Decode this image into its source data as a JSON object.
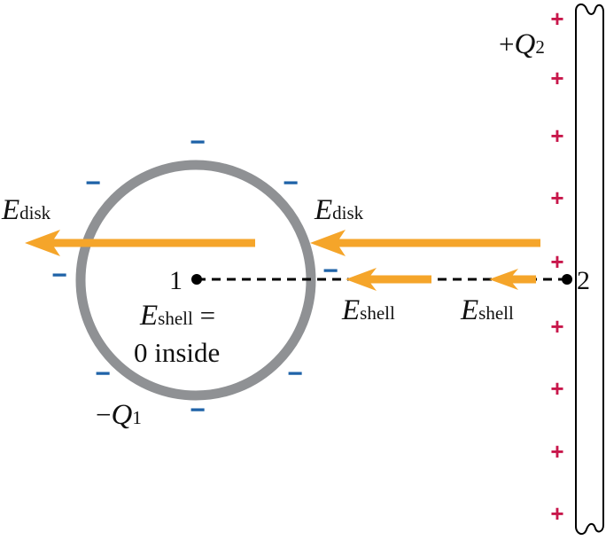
{
  "labels": {
    "e_disk_left": {
      "var": "E",
      "sub": "disk"
    },
    "e_disk_right": {
      "var": "E",
      "sub": "disk"
    },
    "e_shell_mid": {
      "var": "E",
      "sub": "shell"
    },
    "e_shell_right": {
      "var": "E",
      "sub": "shell"
    },
    "shell_inside": {
      "var": "E",
      "sub": "shell",
      "eq": " =",
      "line2": "0 inside"
    },
    "point1": "1",
    "point2": "2",
    "charge_shell": {
      "sign": "−",
      "var": "Q",
      "sub": "1"
    },
    "charge_disk": {
      "sign": "+",
      "var": "Q",
      "sub": "2"
    }
  },
  "symbols": {
    "minus": "−",
    "plus": "+"
  },
  "colors": {
    "arrow": "#F5A52A",
    "shell": "#8F9194",
    "negative_charge": "#1F63A8",
    "positive_charge": "#C8174B",
    "line": "#000000"
  }
}
